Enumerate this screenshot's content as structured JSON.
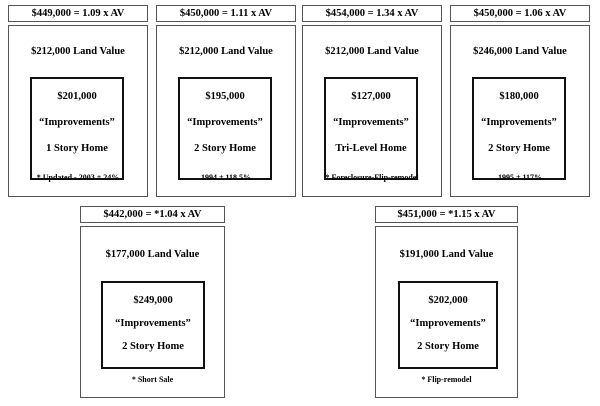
{
  "properties": [
    {
      "label": "$449,000 = 1.09 x AV",
      "land": "$212,000 Land Value",
      "improvement_value": "$201,000",
      "improvements": "“Improvements”",
      "home_type": "1 Story Home",
      "note": "* Updated - 2003 + 24%"
    },
    {
      "label": "$450,000 = 1.11 x AV",
      "land": "$212,000 Land Value",
      "improvement_value": "$195,000",
      "improvements": "“Improvements”",
      "home_type": "2 Story Home",
      "note": "1994 + 118.5%"
    },
    {
      "label": "$454,000 = 1.34 x AV",
      "land": "$212,000 Land Value",
      "improvement_value": "$127,000",
      "improvements": "“Improvements”",
      "home_type": "Tri-Level Home",
      "note": "* Foreclosure-Flip-remodel"
    },
    {
      "label": "$450,000 = 1.06 x AV",
      "land": "$246,000 Land Value",
      "improvement_value": "$180,000",
      "improvements": "“Improvements”",
      "home_type": "2 Story Home",
      "note": "1995 + 117%"
    },
    {
      "label": "$442,000 = *1.04 x AV",
      "land": "$177,000 Land Value",
      "improvement_value": "$249,000",
      "improvements": "“Improvements”",
      "home_type": "2 Story Home",
      "note": "* Short Sale"
    },
    {
      "label": "$451,000 = *1.15 x AV",
      "land": "$191,000 Land Value",
      "improvement_value": "$202,000",
      "improvements": "“Improvements”",
      "home_type": "2 Story Home",
      "note": "* Flip-remodel"
    }
  ]
}
